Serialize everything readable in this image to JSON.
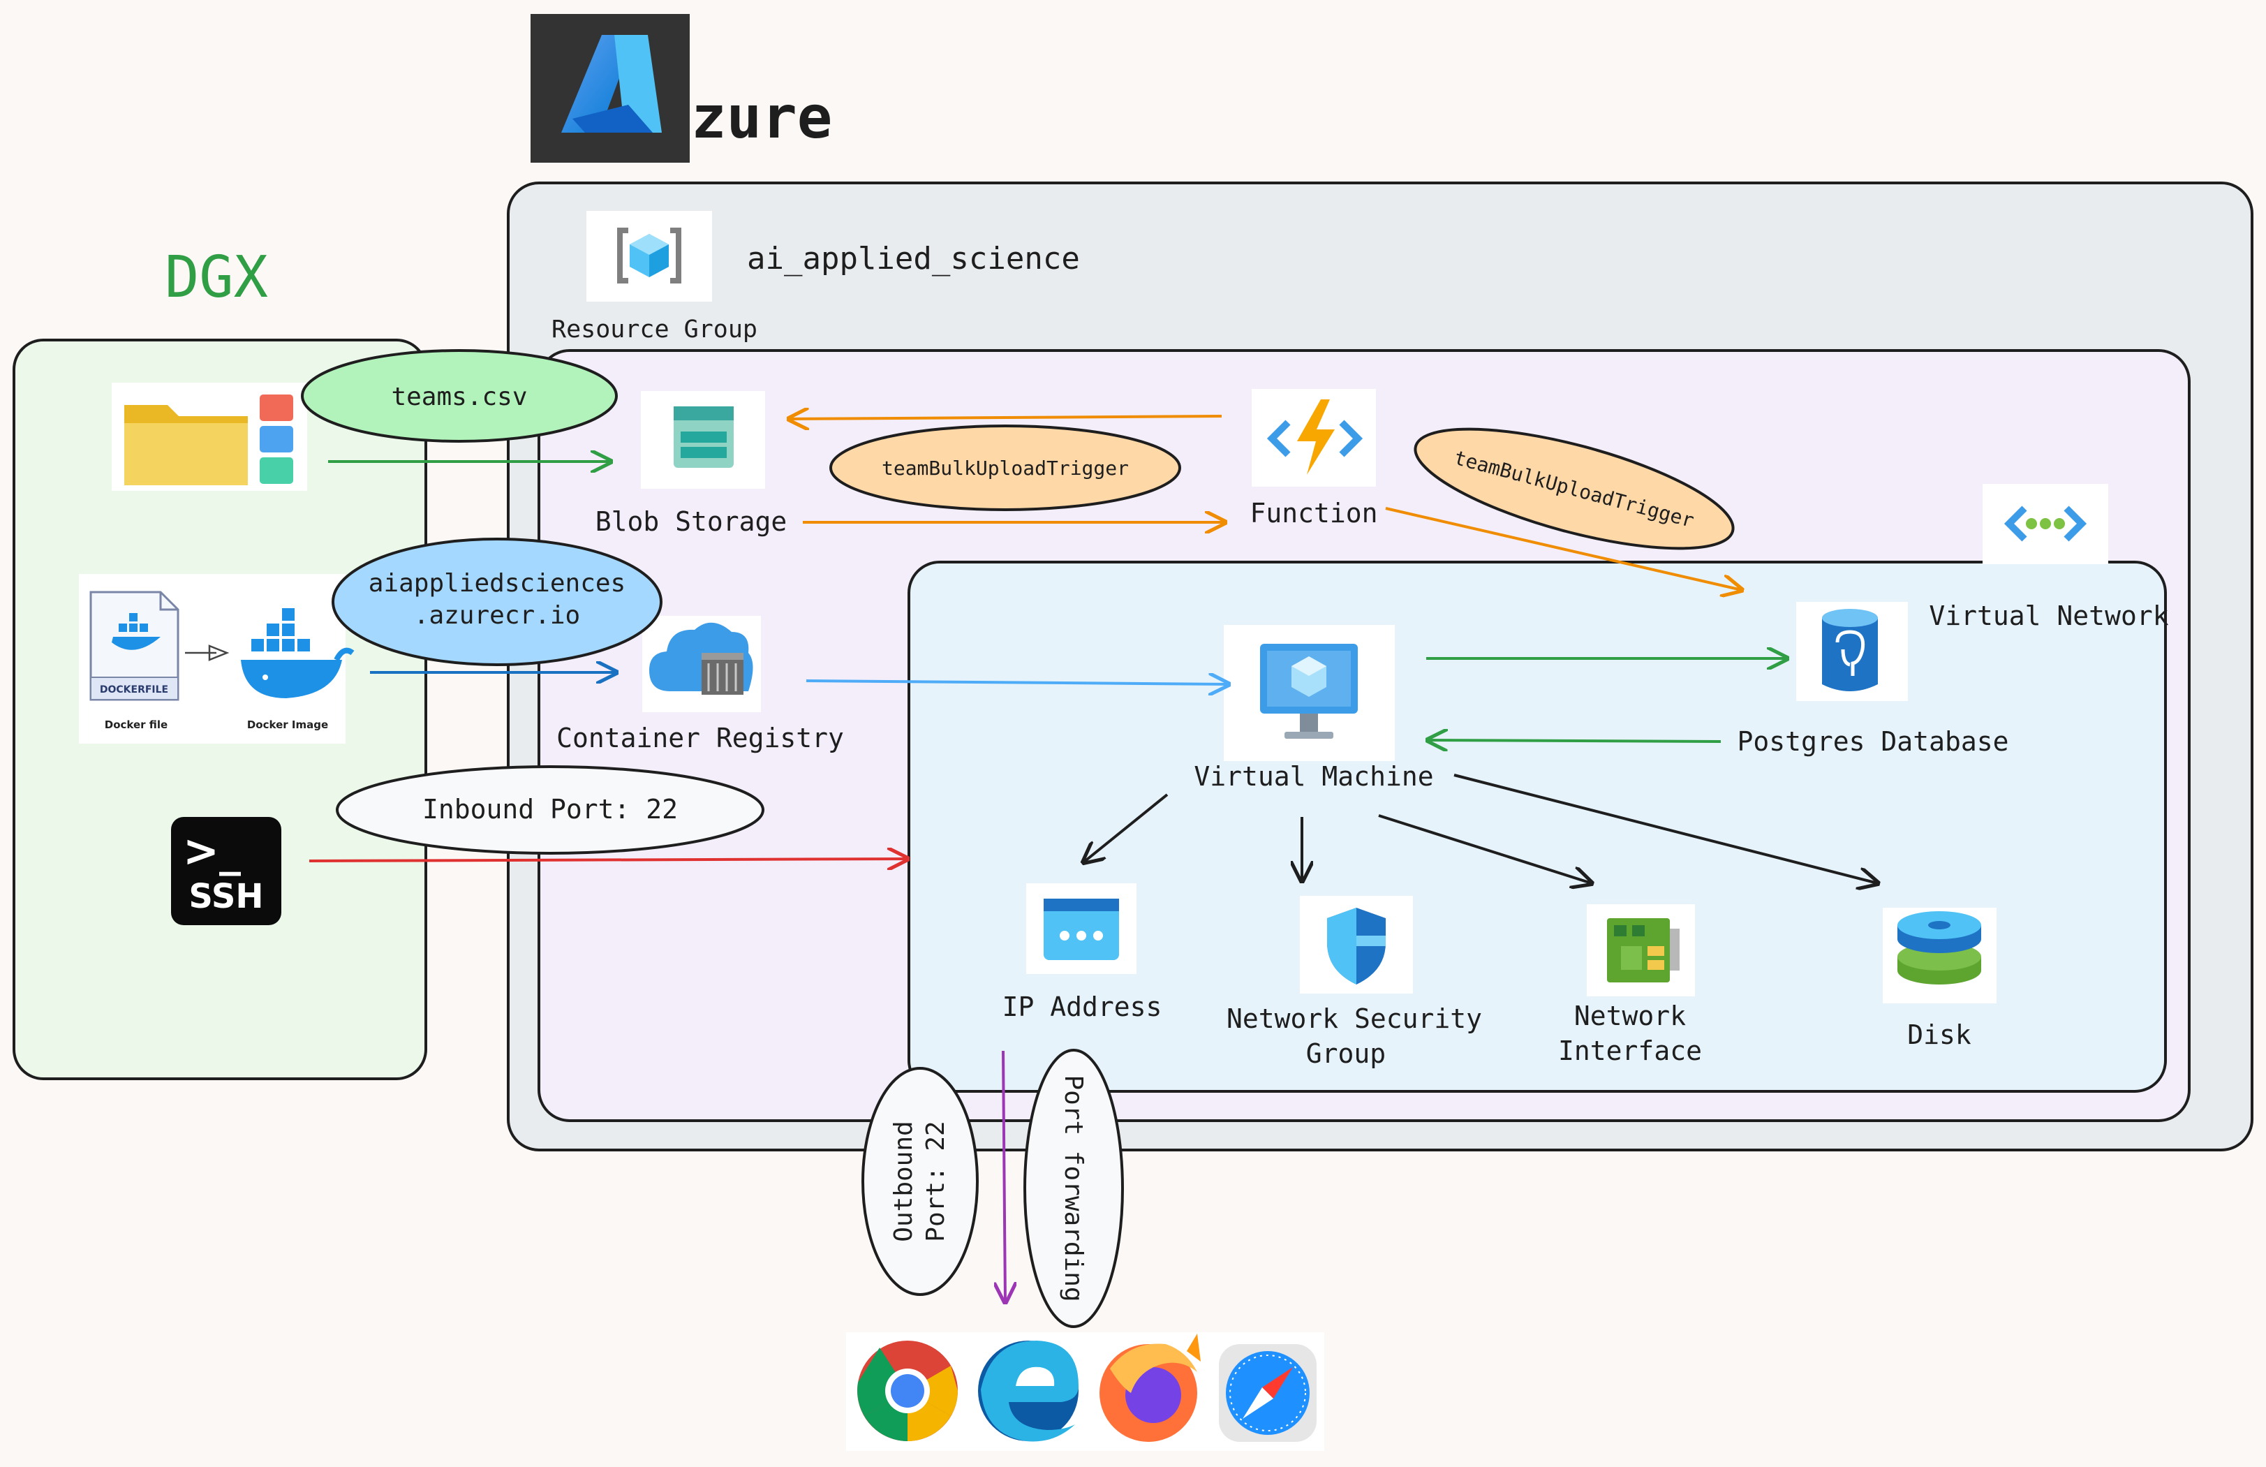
{
  "header": {
    "azure_wordmark": "zure",
    "azure_logo_letter": "A"
  },
  "dgx": {
    "title": "DGX",
    "dockerfile_caption": "Docker file",
    "dockerfile_tag": "DOCKERFILE",
    "docker_image_caption": "Docker Image",
    "ssh_label": "SSH",
    "ssh_prompt": ">_"
  },
  "resource_group": {
    "name": "ai_applied_science",
    "label": "Resource Group"
  },
  "services": {
    "blob_storage": "Blob Storage",
    "function": "Function",
    "container_registry": "Container Registry",
    "virtual_network": "Virtual Network",
    "virtual_machine": "Virtual Machine",
    "postgres_database": "Postgres Database",
    "ip_address": "IP Address",
    "network_security_group": [
      "Network Security",
      "Group"
    ],
    "network_interface": [
      "Network",
      "Interface"
    ],
    "disk": "Disk"
  },
  "bubbles": {
    "teams_csv": "teams.csv",
    "trigger_1": "teamBulkUploadTrigger",
    "trigger_2": "teamBulkUploadTrigger",
    "registry_url": [
      "aiappliedsciences",
      ".azurecr.io"
    ],
    "inbound_port": "Inbound Port: 22",
    "outbound_port": [
      "Outbound",
      "Port: 22"
    ],
    "port_forwarding": "Port forwarding"
  },
  "browsers": [
    "chrome-icon",
    "edge-icon",
    "firefox-icon",
    "safari-icon"
  ],
  "colors": {
    "dgx_bg": "#ebf8ea",
    "rg_bg": "#e9ecef",
    "inner_bg": "#f3eefa",
    "vnet_bg": "#e6f3fb",
    "green": "#2f9e44",
    "orange": "#f08c00",
    "blue": "#1971c2",
    "light_blue": "#4dabf7",
    "red": "#e03131",
    "purple": "#9c36b5"
  }
}
